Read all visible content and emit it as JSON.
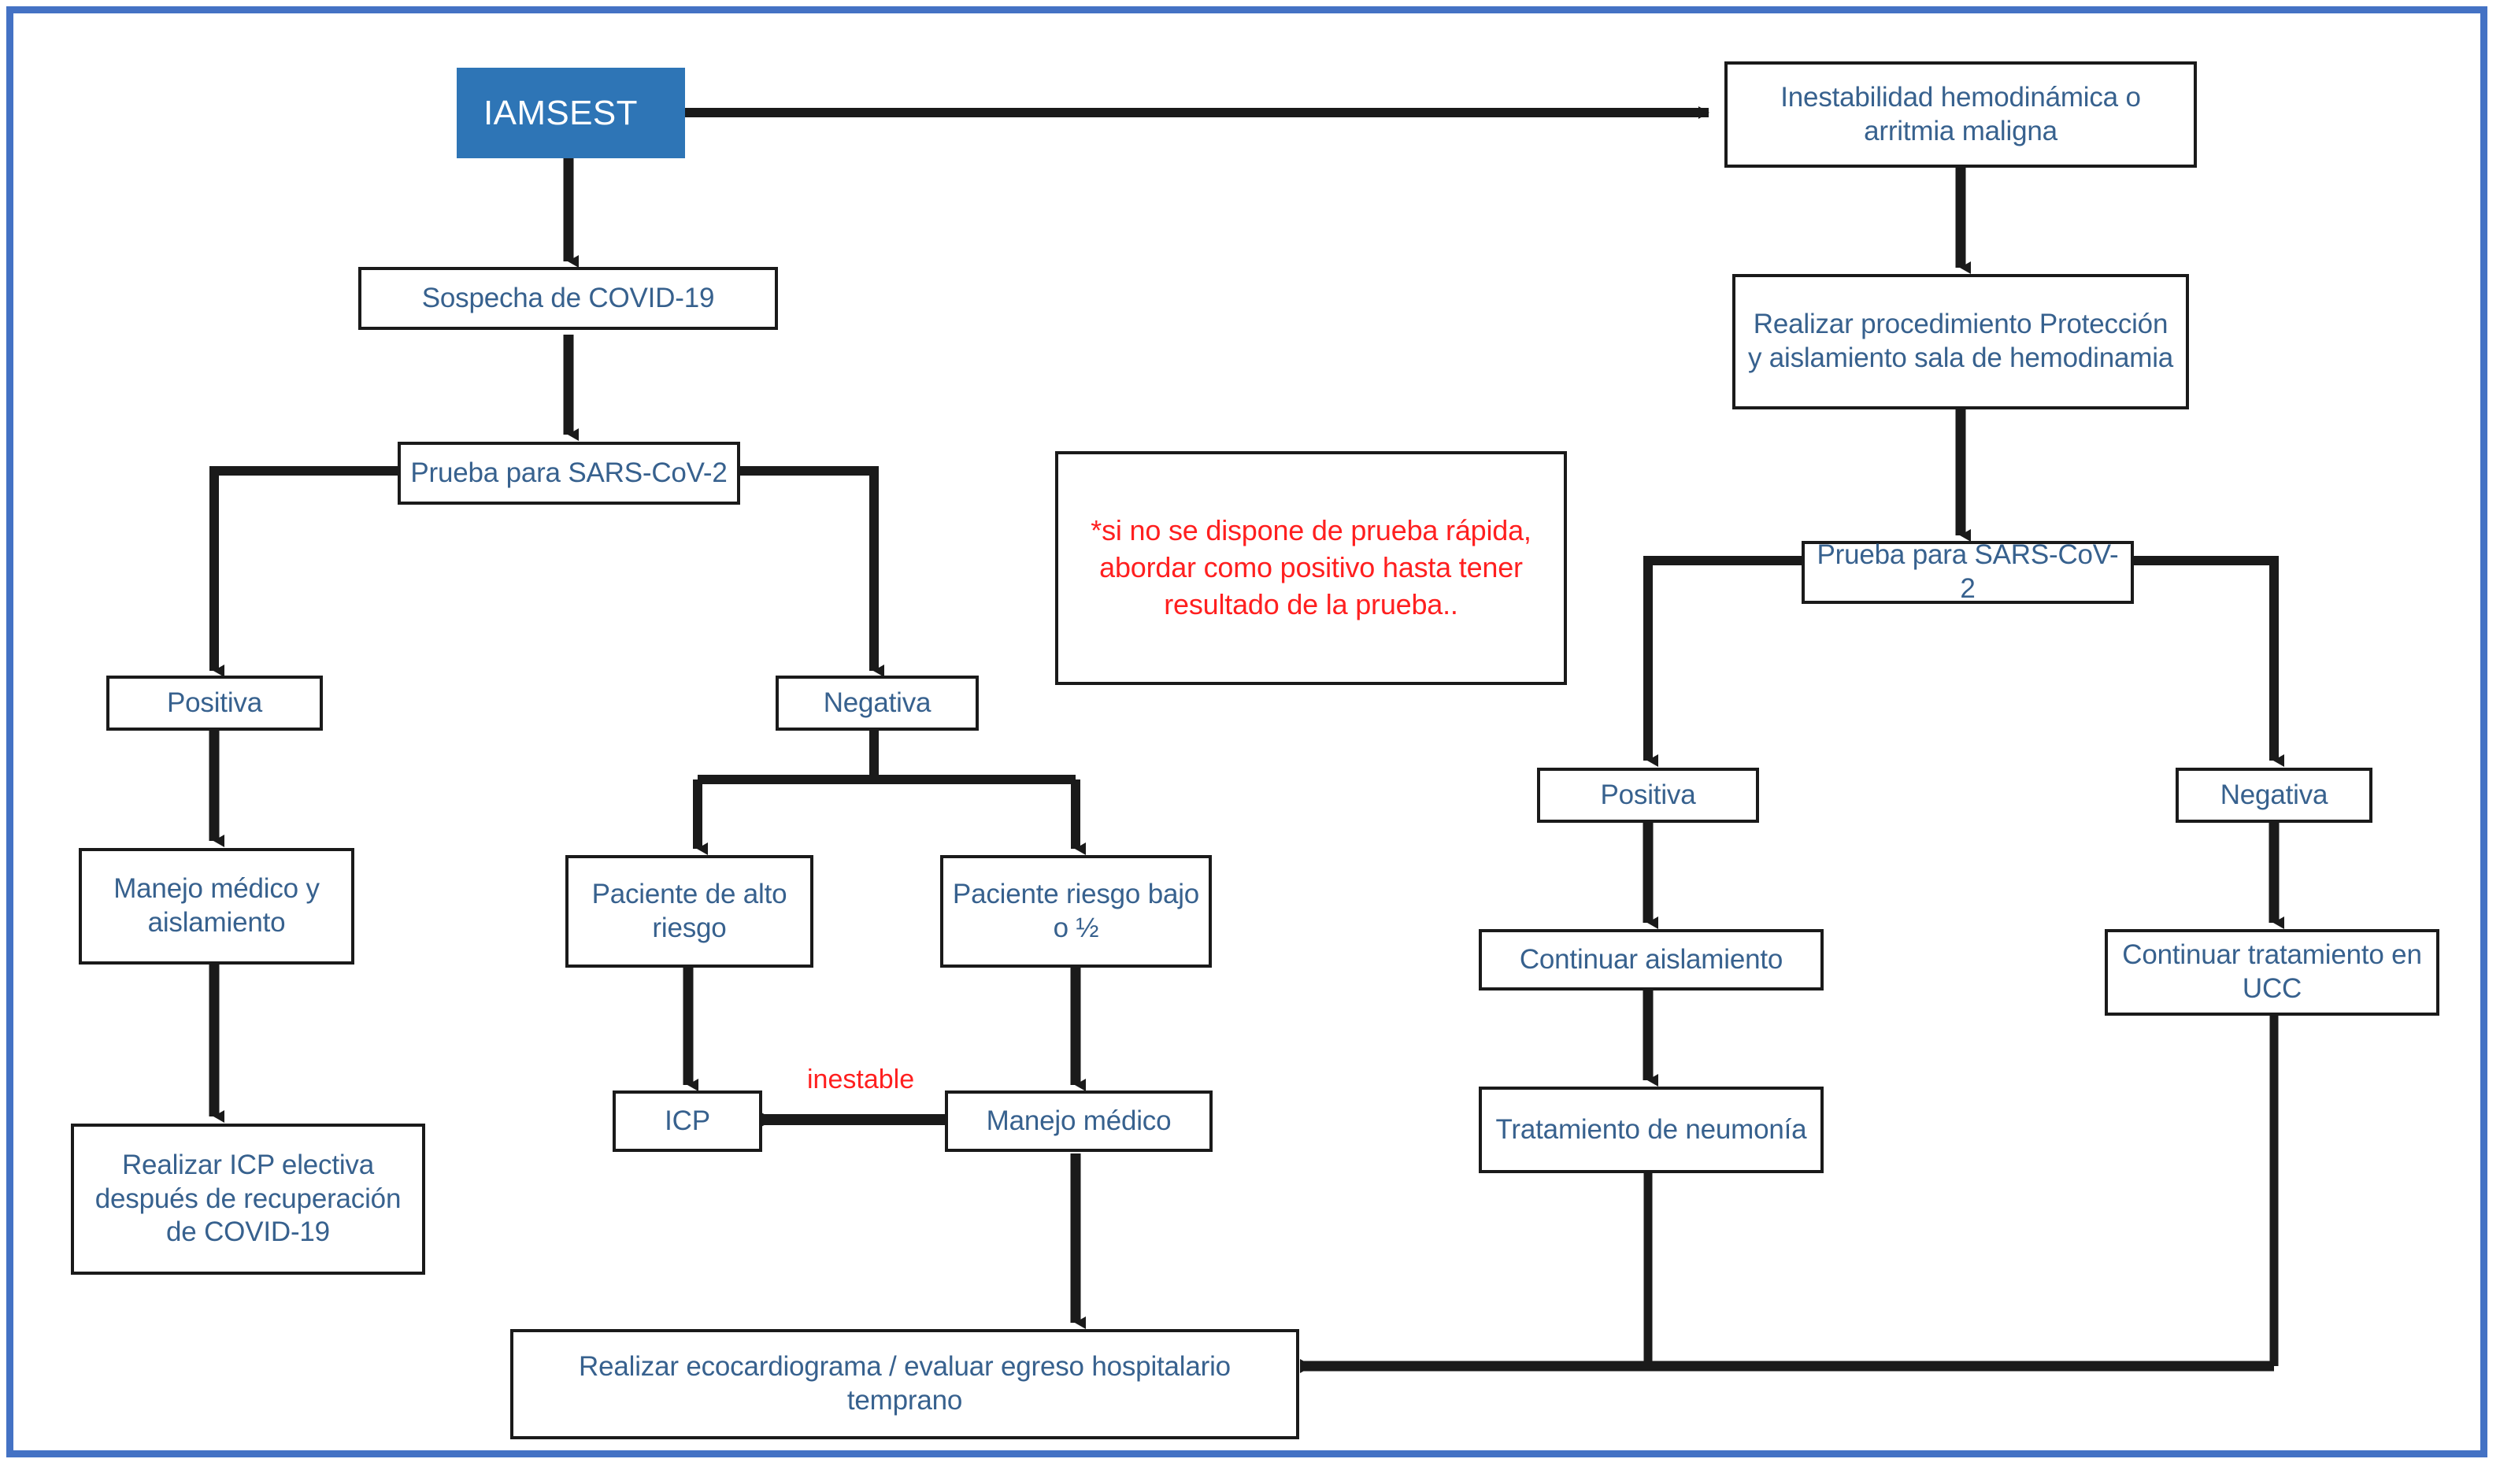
{
  "diagram": {
    "title": "IAMSEST COVID-19 management flowchart",
    "frame_color": "#4472C4",
    "node_text_color": "#37618E",
    "accent_fill": "#2E75B6",
    "alert_color": "#FF1F1F",
    "connector_color": "#1a1a1a"
  },
  "nodes": {
    "iamsest": "IAMSEST",
    "sospecha_covid": "Sospecha de COVID-19",
    "prueba_izq": "Prueba para SARS-CoV-2",
    "positiva_izq": "Positiva",
    "negativa_izq": "Negativa",
    "manejo_aislamiento": "Manejo médico y aislamiento",
    "icp_electiva": "Realizar ICP electiva después de recuperación de COVID-19",
    "paciente_alto_riesgo": "Paciente de alto riesgo",
    "paciente_riesgo_bajo": "Paciente riesgo bajo o ½",
    "icp": "ICP",
    "manejo_medico": "Manejo médico",
    "ecocardiograma": "Realizar ecocardiograma / evaluar egreso hospitalario temprano",
    "inestabilidad": "Inestabilidad hemodinámica o arritmia maligna",
    "realizar_procedimiento": "Realizar procedimiento Protección y aislamiento sala de hemodinamia",
    "prueba_der": "Prueba para SARS-CoV-2",
    "positiva_der": "Positiva",
    "negativa_der": "Negativa",
    "continuar_aislamiento": "Continuar aislamiento",
    "tratamiento_neumonia": "Tratamiento de neumonía",
    "continuar_ucc": "Continuar tratamiento en UCC"
  },
  "labels": {
    "inestable": "inestable",
    "note": "*si no se dispone de prueba rápida, abordar como positivo hasta tener resultado de la prueba.."
  },
  "flow": {
    "type": "flowchart",
    "edges": [
      {
        "from": "iamsest",
        "to": "sospecha_covid"
      },
      {
        "from": "iamsest",
        "to": "inestabilidad"
      },
      {
        "from": "sospecha_covid",
        "to": "prueba_izq"
      },
      {
        "from": "prueba_izq",
        "to": "positiva_izq"
      },
      {
        "from": "prueba_izq",
        "to": "negativa_izq"
      },
      {
        "from": "positiva_izq",
        "to": "manejo_aislamiento"
      },
      {
        "from": "manejo_aislamiento",
        "to": "icp_electiva"
      },
      {
        "from": "negativa_izq",
        "to": "paciente_alto_riesgo"
      },
      {
        "from": "negativa_izq",
        "to": "paciente_riesgo_bajo"
      },
      {
        "from": "paciente_alto_riesgo",
        "to": "icp"
      },
      {
        "from": "paciente_riesgo_bajo",
        "to": "manejo_medico"
      },
      {
        "from": "manejo_medico",
        "to": "icp",
        "label": "inestable"
      },
      {
        "from": "manejo_medico",
        "to": "ecocardiograma"
      },
      {
        "from": "inestabilidad",
        "to": "realizar_procedimiento"
      },
      {
        "from": "realizar_procedimiento",
        "to": "prueba_der"
      },
      {
        "from": "prueba_der",
        "to": "positiva_der"
      },
      {
        "from": "prueba_der",
        "to": "negativa_der"
      },
      {
        "from": "positiva_der",
        "to": "continuar_aislamiento"
      },
      {
        "from": "continuar_aislamiento",
        "to": "tratamiento_neumonia"
      },
      {
        "from": "negativa_der",
        "to": "continuar_ucc"
      },
      {
        "from": "tratamiento_neumonia",
        "to": "ecocardiograma"
      },
      {
        "from": "continuar_ucc",
        "to": "ecocardiograma"
      }
    ]
  }
}
